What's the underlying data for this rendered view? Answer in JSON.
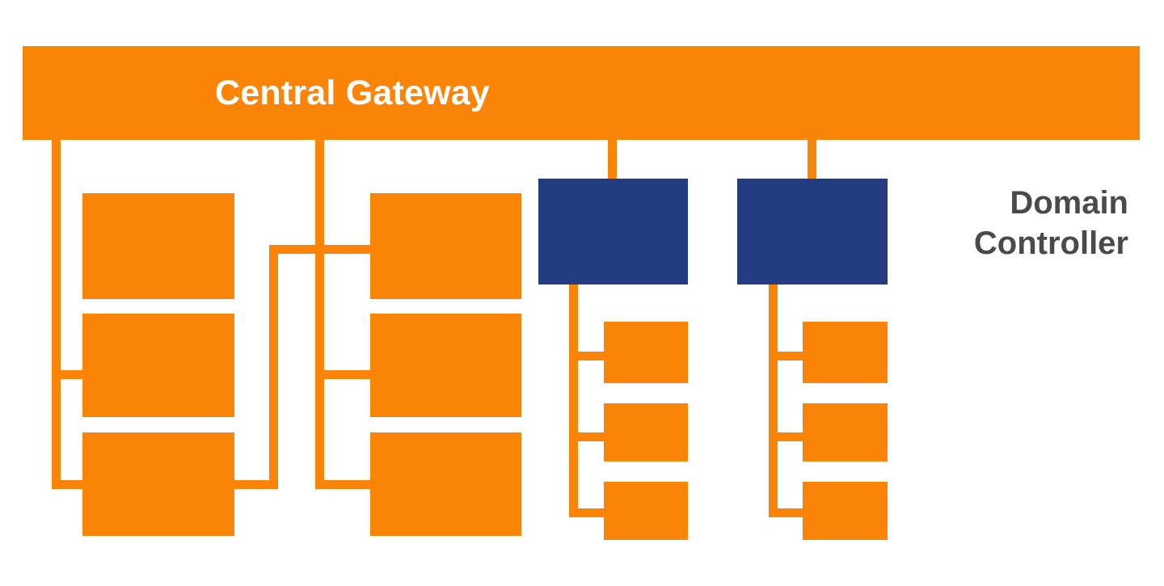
{
  "diagram": {
    "type": "hierarchy-tree",
    "title": "Central Gateway",
    "colors": {
      "orange": "#F98407",
      "navy": "#223B81",
      "label_gray": "#4A4A4A",
      "background": "#FFFFFF"
    },
    "header": {
      "label": "Central Gateway",
      "shape": "bar",
      "fill": "#F98407",
      "text_color": "#FFFFFF"
    },
    "side_label": {
      "line1": "Domain",
      "line2": "Controller",
      "color": "#4A4A4A",
      "align": "right"
    },
    "branches": [
      {
        "id": "branch-1",
        "label": "",
        "root_shape": "none",
        "trunk_side": "left",
        "children": [
          {
            "id": "b1-node-1",
            "label": "",
            "fill": "#F98407"
          },
          {
            "id": "b1-node-2",
            "label": "",
            "fill": "#F98407"
          },
          {
            "id": "b1-node-3",
            "label": "",
            "fill": "#F98407"
          }
        ]
      },
      {
        "id": "branch-2",
        "label": "",
        "root_shape": "none",
        "trunk_side": "left",
        "children": [
          {
            "id": "b2-node-1",
            "label": "",
            "fill": "#F98407"
          },
          {
            "id": "b2-node-2",
            "label": "",
            "fill": "#F98407"
          },
          {
            "id": "b2-node-3",
            "label": "",
            "fill": "#F98407"
          }
        ]
      },
      {
        "id": "branch-3",
        "label": "",
        "root_shape": "rect",
        "root_fill": "#223B81",
        "root_kind": "domain-controller",
        "children": [
          {
            "id": "b3-node-1",
            "label": "",
            "fill": "#F98407"
          },
          {
            "id": "b3-node-2",
            "label": "",
            "fill": "#F98407"
          },
          {
            "id": "b3-node-3",
            "label": "",
            "fill": "#F98407"
          }
        ]
      },
      {
        "id": "branch-4",
        "label": "",
        "root_shape": "rect",
        "root_fill": "#223B81",
        "root_kind": "domain-controller",
        "children": [
          {
            "id": "b4-node-1",
            "label": "",
            "fill": "#F98407"
          },
          {
            "id": "b4-node-2",
            "label": "",
            "fill": "#F98407"
          },
          {
            "id": "b4-node-3",
            "label": "",
            "fill": "#F98407"
          }
        ]
      }
    ]
  }
}
